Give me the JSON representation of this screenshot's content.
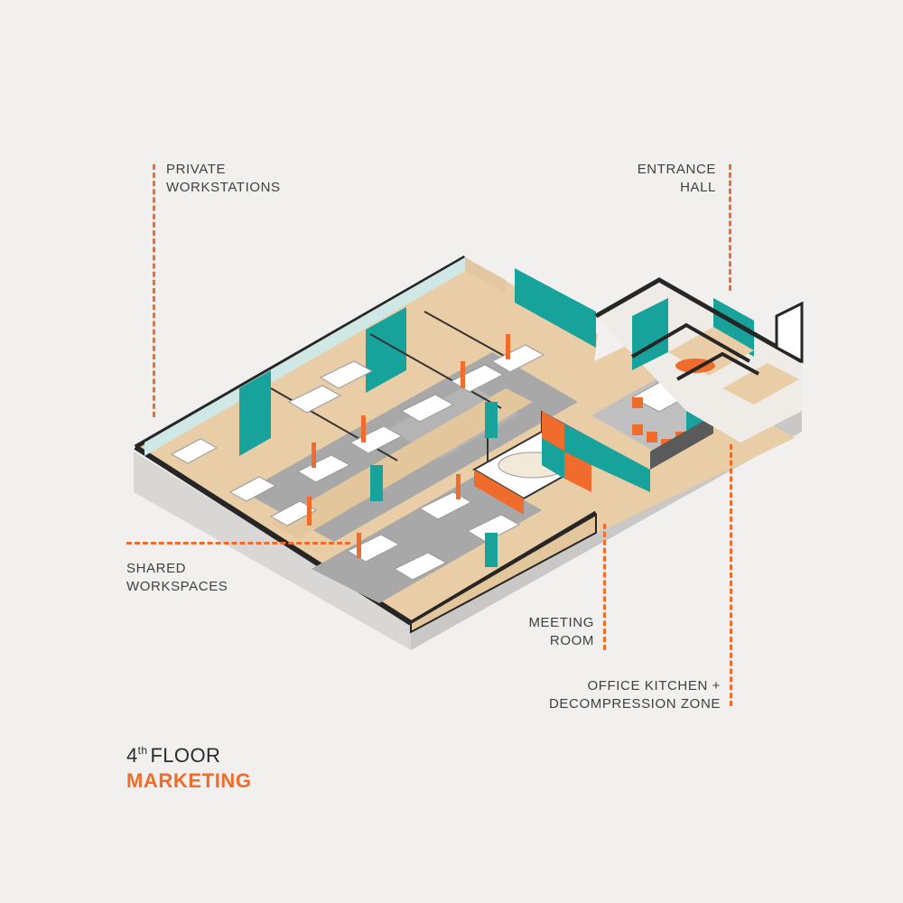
{
  "labels": {
    "private_workstations": [
      "PRIVATE",
      "WORKSTATIONS"
    ],
    "entrance_hall": [
      "ENTRANCE",
      "HALL"
    ],
    "shared_workspaces": [
      "SHARED",
      "WORKSPACES"
    ],
    "meeting_room": [
      "MEETING",
      "ROOM"
    ],
    "office_kitchen": [
      "OFFICE KITCHEN +",
      "DECOMPRESSION ZONE"
    ]
  },
  "floor": {
    "number": "4",
    "suffix": "th",
    "word": "FLOOR",
    "department": "MARKETING"
  },
  "colors": {
    "accent": "#ef6c2c",
    "teal": "#17a39c",
    "wood": "#e8c9a2",
    "carpet": "#a9a9a9",
    "wall": "#262626",
    "background": "#f1f0ef"
  }
}
